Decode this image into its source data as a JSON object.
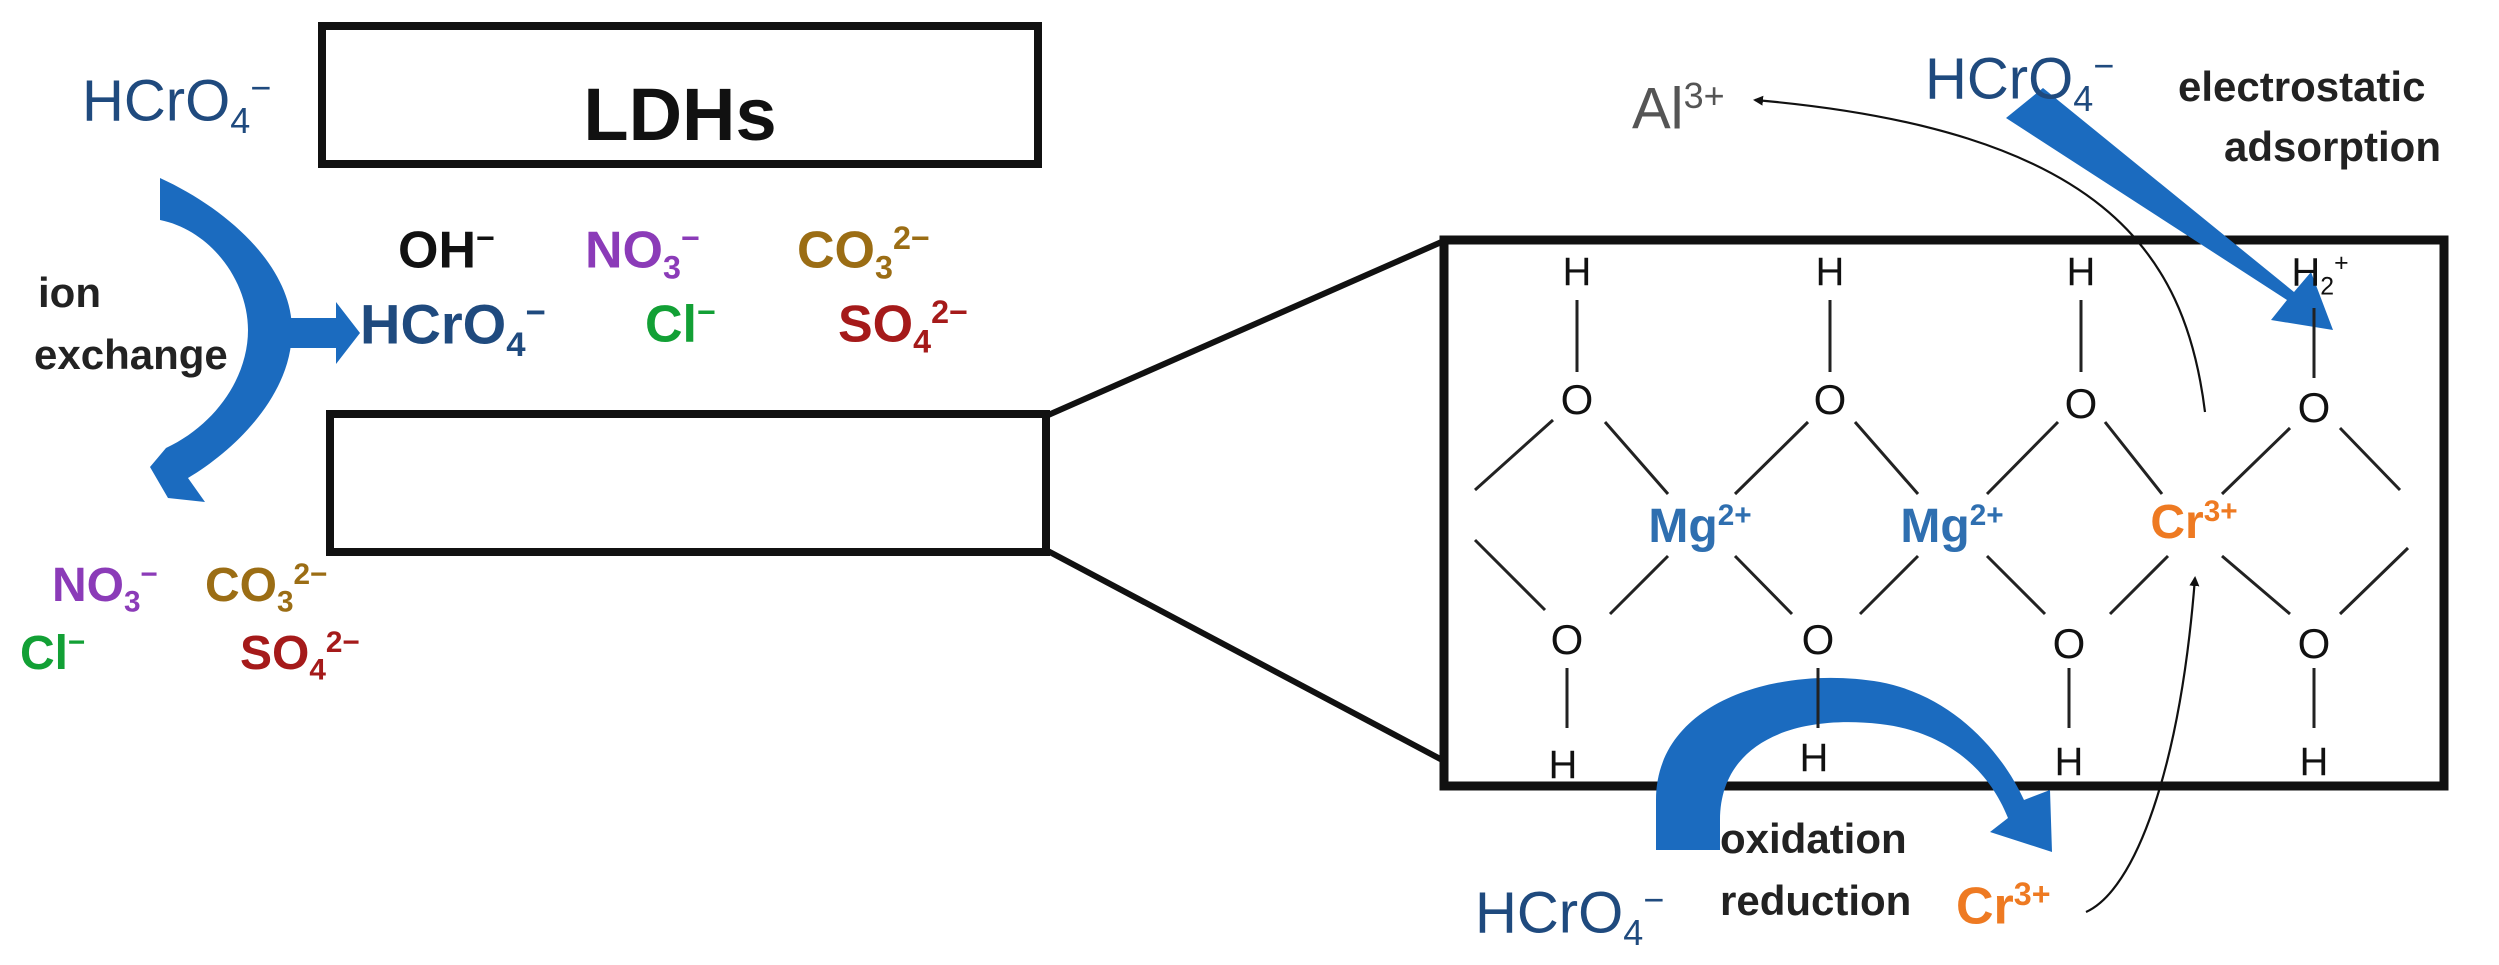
{
  "colors": {
    "navy": "#1f4a7e",
    "arrow_blue": "#1b6bbf",
    "nitrate": "#8b3bb8",
    "carbonate": "#9b6d14",
    "chloride": "#12a035",
    "sulfate": "#a51a1a",
    "chromium3": "#ee7a22",
    "magnesium": "#2f6fb0",
    "aluminium": "#555555"
  },
  "ldh_label": "LDHs",
  "ion_exchange": {
    "incoming": {
      "base": "HCrO",
      "sub": "4",
      "sup": "−"
    },
    "label_line1": "ion",
    "label_line2": "exchange",
    "interlayer": {
      "oh": {
        "base": "OH",
        "sup": "−"
      },
      "no3": {
        "base": "NO",
        "sub": "3",
        "sup": "−"
      },
      "co3": {
        "base": "CO",
        "sub": "3",
        "sup": "2−"
      },
      "hcro4": {
        "base": "HCrO",
        "sub": "4",
        "sup": "−"
      },
      "cl": {
        "base": "Cl",
        "sup": "−"
      },
      "so4": {
        "base": "SO",
        "sub": "4",
        "sup": "2−"
      }
    },
    "released": {
      "no3": {
        "base": "NO",
        "sub": "3",
        "sup": "−"
      },
      "co3": {
        "base": "CO",
        "sub": "3",
        "sup": "2−"
      },
      "cl": {
        "base": "Cl",
        "sup": "−"
      },
      "so4": {
        "base": "SO",
        "sub": "4",
        "sup": "2−"
      }
    }
  },
  "electrostatic": {
    "ion": {
      "base": "HCrO",
      "sub": "4",
      "sup": "−"
    },
    "label_line1": "electrostatic",
    "label_line2": "adsorption",
    "aluminium": {
      "base": "Al",
      "sup": "3+"
    }
  },
  "redox": {
    "ion": {
      "base": "HCrO",
      "sub": "4",
      "sup": "−"
    },
    "label_line1": "oxidation",
    "label_line2": "reduction",
    "product": {
      "base": "Cr",
      "sup": "3+"
    }
  },
  "layer": {
    "top_h": [
      "H",
      "H",
      "H"
    ],
    "protonated": {
      "base": "H",
      "sub": "2",
      "sup": "+"
    },
    "oxygen": [
      "O",
      "O",
      "O",
      "O",
      "O",
      "O",
      "O",
      "O"
    ],
    "bottom_h": [
      "H",
      "H",
      "H",
      "H"
    ],
    "metals": [
      {
        "base": "Mg",
        "sup": "2+"
      },
      {
        "base": "Mg",
        "sup": "2+"
      },
      {
        "base": "Cr",
        "sup": "3+"
      }
    ]
  }
}
